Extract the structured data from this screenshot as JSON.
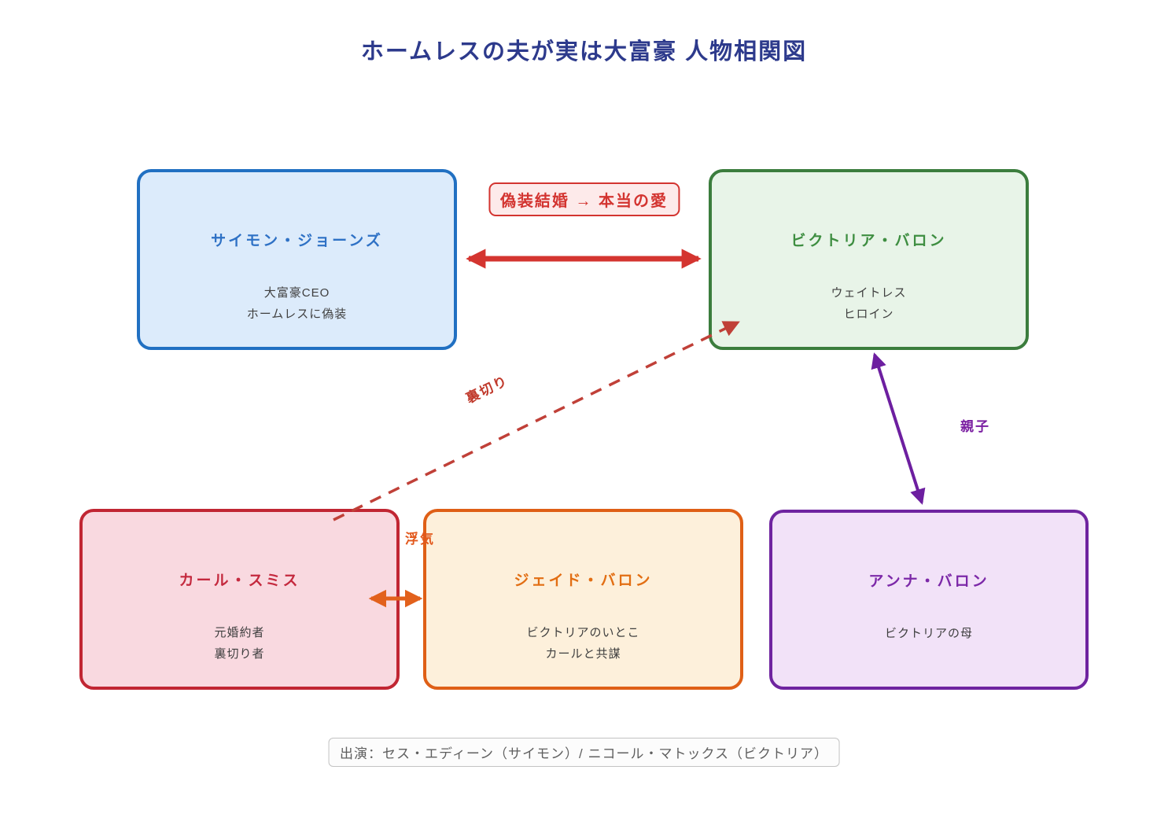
{
  "title": "ホームレスの夫が実は大富豪 人物相関図",
  "palette": {
    "title_color": "#2d3a8c",
    "simon_border": "#2170c2",
    "simon_fill": "#dcebfb",
    "simon_name": "#2e71c5",
    "victoria_border": "#3b7d3d",
    "victoria_fill": "#e8f4e8",
    "victoria_name": "#3e8e41",
    "karl_border": "#c12633",
    "karl_fill": "#f9d9e0",
    "karl_name": "#c4293e",
    "jade_border": "#df5f16",
    "jade_fill": "#fdf0db",
    "jade_name": "#e26e13",
    "anna_border": "#6f24a0",
    "anna_fill": "#f2e2f8",
    "anna_name": "#7c28a8",
    "marriage_arrow": "#d43530",
    "betrayal_arrow": "#c04038",
    "parent_arrow": "#6d1fa0",
    "affair_arrow": "#e2611c",
    "description_text": "#3f3f3f",
    "credit_text": "#5f5f5f"
  },
  "characters": [
    {
      "name": "サイモン・ジョーンズ",
      "desc1": "大富豪CEO",
      "desc2": "ホームレスに偽装"
    },
    {
      "name": "ビクトリア・バロン",
      "desc1": "ウェイトレス",
      "desc2": "ヒロイン"
    },
    {
      "name": "カール・スミス",
      "desc1": "元婚約者",
      "desc2": "裏切り者"
    },
    {
      "name": "ジェイド・バロン",
      "desc1": "ビクトリアのいとこ",
      "desc2": "カールと共謀"
    },
    {
      "name": "アンナ・バロン",
      "desc1": "ビクトリアの母",
      "desc2": ""
    }
  ],
  "relationships": [
    {
      "label": "偽装結婚 → 本当の愛",
      "from": "サイモン・ジョーンズ",
      "to": "ビクトリア・バロン",
      "style": "solid-double-arrow"
    },
    {
      "label": "裏切り",
      "from": "カール・スミス",
      "to": "ビクトリア・バロン",
      "style": "dashed-arrow"
    },
    {
      "label": "親子",
      "from": "アンナ・バロン",
      "to": "ビクトリア・バロン",
      "style": "solid-double-arrow"
    },
    {
      "label": "浮気",
      "from": "ジェイド・バロン",
      "to": "カール・スミス",
      "style": "solid-double-arrow"
    }
  ],
  "credit": "出演：セス・エディーン（サイモン）/ ニコール・マトックス（ビクトリア）"
}
